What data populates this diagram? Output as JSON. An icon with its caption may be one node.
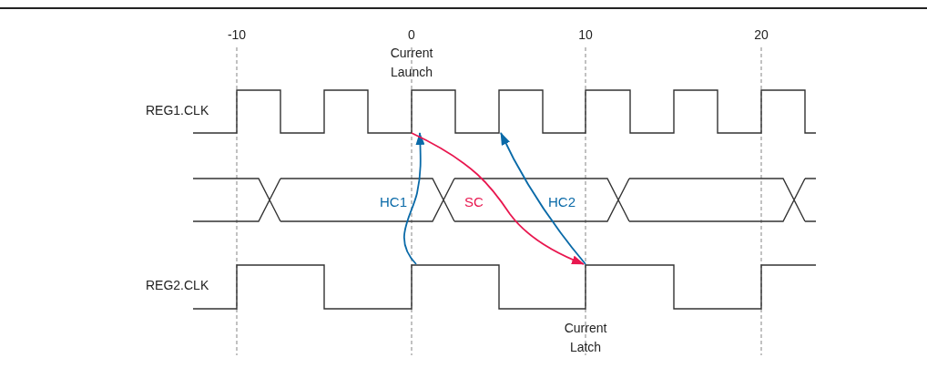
{
  "diagram": {
    "nodes": [
      {
        "text": [
          "REG1.CLK"
        ]
      },
      {
        "text": [
          "REG2.CLK"
        ]
      }
    ],
    "edges": [
      {
        "from": 1,
        "to": 0,
        "arrow": "to",
        "label": "HC1"
      },
      {
        "from": 0,
        "to": 1,
        "arrow": "to",
        "label": "SC",
        "color": "#e8174f"
      },
      {
        "from": 1,
        "to": 0,
        "arrow": "to",
        "label": "HC2"
      }
    ],
    "labels": [
      "-10",
      "0",
      "Current Launch",
      "10",
      "20",
      "Current Latch"
    ]
  }
}
